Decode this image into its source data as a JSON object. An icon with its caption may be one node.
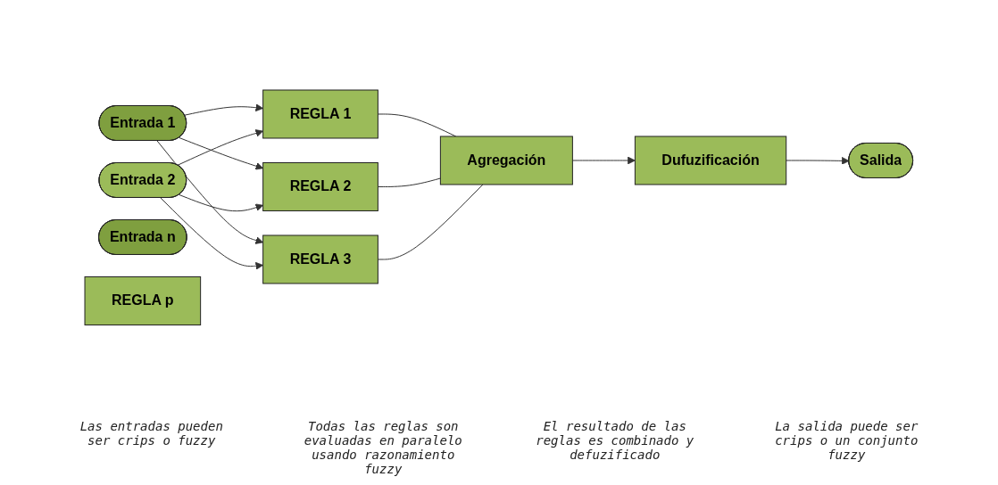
{
  "diagram": {
    "nodes": [
      {
        "text": [
          "Entrada 1"
        ]
      },
      {
        "text": [
          "Entrada 2"
        ]
      },
      {
        "text": [
          "Entrada n"
        ]
      },
      {
        "text": [
          "REGLA 1"
        ]
      },
      {
        "text": [
          "REGLA 2"
        ]
      },
      {
        "text": [
          "REGLA 3"
        ]
      },
      {
        "text": [
          "REGLA p"
        ]
      },
      {
        "text": [
          "Agregación"
        ]
      },
      {
        "text": [
          "Dufuzificación"
        ]
      },
      {
        "text": [
          "Salida"
        ]
      }
    ],
    "edges": [
      {
        "from": 0,
        "to": 3,
        "arrow": "to"
      },
      {
        "from": 0,
        "to": 4,
        "arrow": "to"
      },
      {
        "from": 0,
        "to": 5,
        "arrow": "to"
      },
      {
        "from": 1,
        "to": 3,
        "arrow": "to"
      },
      {
        "from": 1,
        "to": 4,
        "arrow": "to"
      },
      {
        "from": 1,
        "to": 5,
        "arrow": "to"
      },
      {
        "from": 3,
        "to": 7,
        "arrow": "none"
      },
      {
        "from": 4,
        "to": 7,
        "arrow": "none"
      },
      {
        "from": 5,
        "to": 7,
        "arrow": "none"
      },
      {
        "from": 7,
        "to": 8,
        "arrow": "to"
      },
      {
        "from": 8,
        "to": 9,
        "arrow": "to"
      }
    ],
    "labels": [
      "Las entradas pueden ser crips o fuzzy",
      "Todas las reglas son evaluadas en paralelo usando razonamiento fuzzy",
      "El resultado de las reglas es combinado y defuzificado",
      "La salida puede ser crips o un conjunto fuzzy"
    ]
  }
}
